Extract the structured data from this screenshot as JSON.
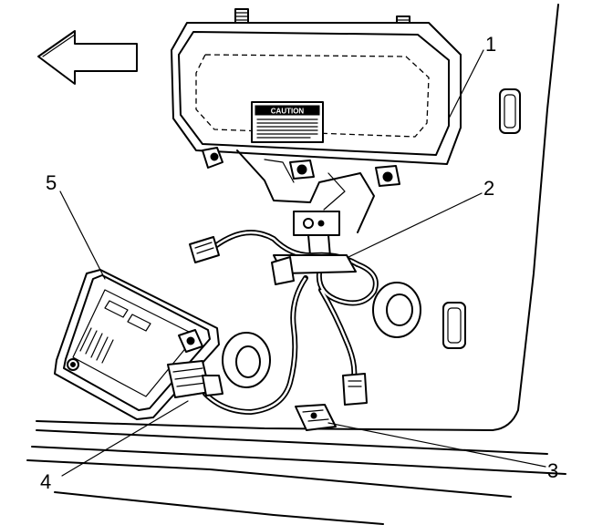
{
  "diagram": {
    "caution_label": "CAUTION",
    "callouts": [
      {
        "id": "1",
        "label": "1"
      },
      {
        "id": "2",
        "label": "2"
      },
      {
        "id": "3",
        "label": "3"
      },
      {
        "id": "4",
        "label": "4"
      },
      {
        "id": "5",
        "label": "5"
      }
    ],
    "icons": {
      "direction_arrow": "left-arrow-icon"
    }
  }
}
